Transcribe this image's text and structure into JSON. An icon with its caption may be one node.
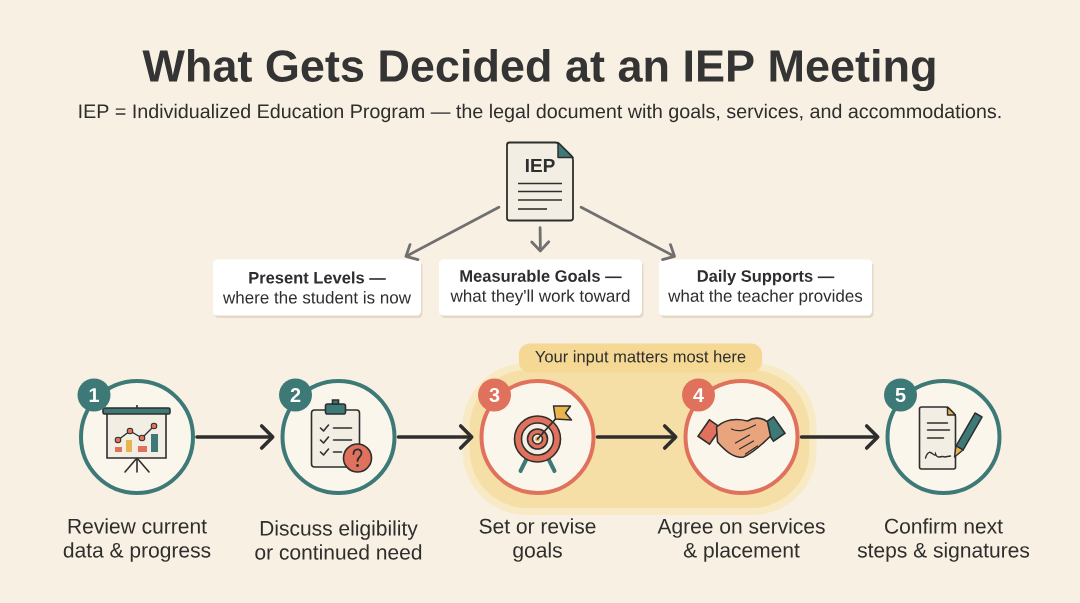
{
  "diagram": {
    "title": "What Gets Decided at an IEP Meeting",
    "nodes": [
      {
        "text": [
          "IEP"
        ]
      },
      {
        "text": [
          "Present Levels —",
          "where the student is now"
        ]
      },
      {
        "text": [
          "Measurable Goals —",
          "what they'll work toward"
        ]
      },
      {
        "text": [
          "Daily Supports —",
          "what the teacher provides"
        ]
      },
      {
        "text": [
          "1"
        ],
        "beside": [
          "Review current data & progress"
        ]
      },
      {
        "text": [
          "2"
        ],
        "beside": [
          "Discuss eligibility or continued need"
        ]
      },
      {
        "text": [
          "Your input matters most here"
        ]
      },
      {
        "text": [
          "3"
        ],
        "beside": [
          "Set or revise goals"
        ],
        "in": 6
      },
      {
        "text": [
          "4"
        ],
        "beside": [
          "Agree on services & placement"
        ],
        "in": 6
      },
      {
        "text": [
          "5"
        ],
        "beside": [
          "Confirm next steps & signatures"
        ]
      }
    ],
    "edges": [
      {
        "from": 0,
        "to": 1,
        "arrow": "to",
        "color": "#707070"
      },
      {
        "from": 0,
        "to": 2,
        "arrow": "to",
        "color": "#707070"
      },
      {
        "from": 0,
        "to": 3,
        "arrow": "to",
        "color": "#707070"
      },
      {
        "from": 4,
        "to": 5,
        "arrow": "to"
      },
      {
        "from": 5,
        "to": 7,
        "arrow": "to"
      },
      {
        "from": 7,
        "to": 8,
        "arrow": "to"
      },
      {
        "from": 8,
        "to": 9,
        "arrow": "to"
      }
    ],
    "labels": [
      "IEP = Individualized Education Program — the legal document with goals, services, and accommodations."
    ]
  }
}
